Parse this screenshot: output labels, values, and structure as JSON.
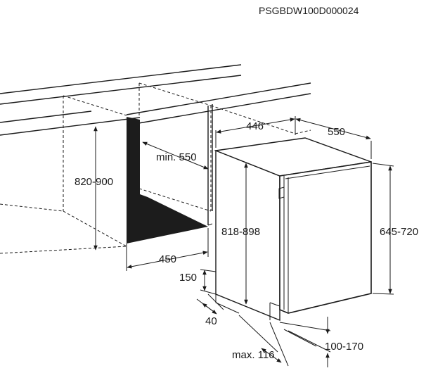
{
  "diagram": {
    "code": "PSGBDW100D000024",
    "labels": {
      "depth_446": "446",
      "width_550": "550",
      "min_depth": "min. 550",
      "niche_height": "820-900",
      "appliance_height": "818-898",
      "door_height": "645-720",
      "niche_width": "450",
      "plinth_150": "150",
      "plinth_40": "40",
      "max_116": "max. 116",
      "plinth_range": "100-170"
    }
  }
}
